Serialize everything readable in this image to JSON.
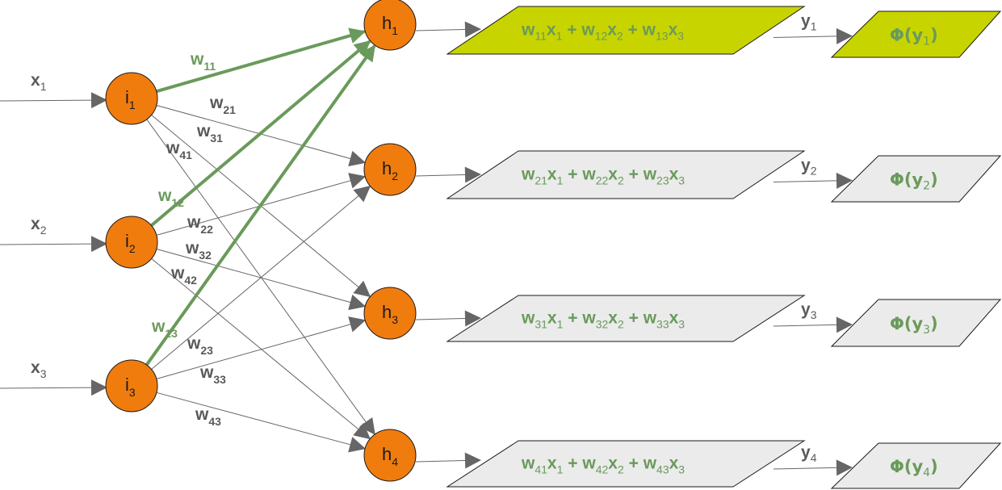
{
  "colors": {
    "node_fill": "#F07C0E",
    "node_stroke": "#1a1a1a",
    "active_fill": "#C8D400",
    "inactive_fill": "#EBEBEB",
    "active_edge": "#6A9A5B",
    "edge": "#666666",
    "label_grey": "#595959",
    "label_green": "#6A9A5B"
  },
  "inputs": [
    {
      "id": "i1",
      "label": "i",
      "sub": "1",
      "x_label": "x",
      "x_sub": "1"
    },
    {
      "id": "i2",
      "label": "i",
      "sub": "2",
      "x_label": "x",
      "x_sub": "2"
    },
    {
      "id": "i3",
      "label": "i",
      "sub": "3",
      "x_label": "x",
      "x_sub": "3"
    }
  ],
  "hidden": [
    {
      "id": "h1",
      "label": "h",
      "sub": "1",
      "active": true,
      "sum_terms": [
        {
          "w": "w",
          "wsub": "11",
          "x": "x",
          "xsub": "1"
        },
        {
          "w": "w",
          "wsub": "12",
          "x": "x",
          "xsub": "2"
        },
        {
          "w": "w",
          "wsub": "13",
          "x": "x",
          "xsub": "3"
        }
      ],
      "y_label": "y",
      "y_sub": "1",
      "phi": "Φ(y",
      "phi_sub": "1",
      "phi_close": ")"
    },
    {
      "id": "h2",
      "label": "h",
      "sub": "2",
      "active": false,
      "sum_terms": [
        {
          "w": "w",
          "wsub": "21",
          "x": "x",
          "xsub": "1"
        },
        {
          "w": "w",
          "wsub": "22",
          "x": "x",
          "xsub": "2"
        },
        {
          "w": "w",
          "wsub": "23",
          "x": "x",
          "xsub": "3"
        }
      ],
      "y_label": "y",
      "y_sub": "2",
      "phi": "Φ(y",
      "phi_sub": "2",
      "phi_close": ")"
    },
    {
      "id": "h3",
      "label": "h",
      "sub": "3",
      "active": false,
      "sum_terms": [
        {
          "w": "w",
          "wsub": "31",
          "x": "x",
          "xsub": "1"
        },
        {
          "w": "w",
          "wsub": "32",
          "x": "x",
          "xsub": "2"
        },
        {
          "w": "w",
          "wsub": "33",
          "x": "x",
          "xsub": "3"
        }
      ],
      "y_label": "y",
      "y_sub": "3",
      "phi": "Φ(y",
      "phi_sub": "3",
      "phi_close": ")"
    },
    {
      "id": "h4",
      "label": "h",
      "sub": "4",
      "active": false,
      "sum_terms": [
        {
          "w": "w",
          "wsub": "41",
          "x": "x",
          "xsub": "1"
        },
        {
          "w": "w",
          "wsub": "42",
          "x": "x",
          "xsub": "2"
        },
        {
          "w": "w",
          "wsub": "43",
          "x": "x",
          "xsub": "3"
        }
      ],
      "y_label": "y",
      "y_sub": "4",
      "phi": "Φ(y",
      "phi_sub": "4",
      "phi_close": ")"
    }
  ],
  "edges": [
    {
      "from": "i1",
      "to": "h1",
      "w": "w",
      "wsub": "11",
      "active": true
    },
    {
      "from": "i1",
      "to": "h2",
      "w": "w",
      "wsub": "21",
      "active": false
    },
    {
      "from": "i1",
      "to": "h3",
      "w": "w",
      "wsub": "31",
      "active": false
    },
    {
      "from": "i1",
      "to": "h4",
      "w": "w",
      "wsub": "41",
      "active": false
    },
    {
      "from": "i2",
      "to": "h1",
      "w": "w",
      "wsub": "12",
      "active": true
    },
    {
      "from": "i2",
      "to": "h2",
      "w": "w",
      "wsub": "22",
      "active": false
    },
    {
      "from": "i2",
      "to": "h3",
      "w": "w",
      "wsub": "32",
      "active": false
    },
    {
      "from": "i2",
      "to": "h4",
      "w": "w",
      "wsub": "42",
      "active": false
    },
    {
      "from": "i3",
      "to": "h1",
      "w": "w",
      "wsub": "13",
      "active": true
    },
    {
      "from": "i3",
      "to": "h2",
      "w": "w",
      "wsub": "23",
      "active": false
    },
    {
      "from": "i3",
      "to": "h3",
      "w": "w",
      "wsub": "33",
      "active": false
    },
    {
      "from": "i3",
      "to": "h4",
      "w": "w",
      "wsub": "43",
      "active": false
    }
  ],
  "sum_operator": "+"
}
